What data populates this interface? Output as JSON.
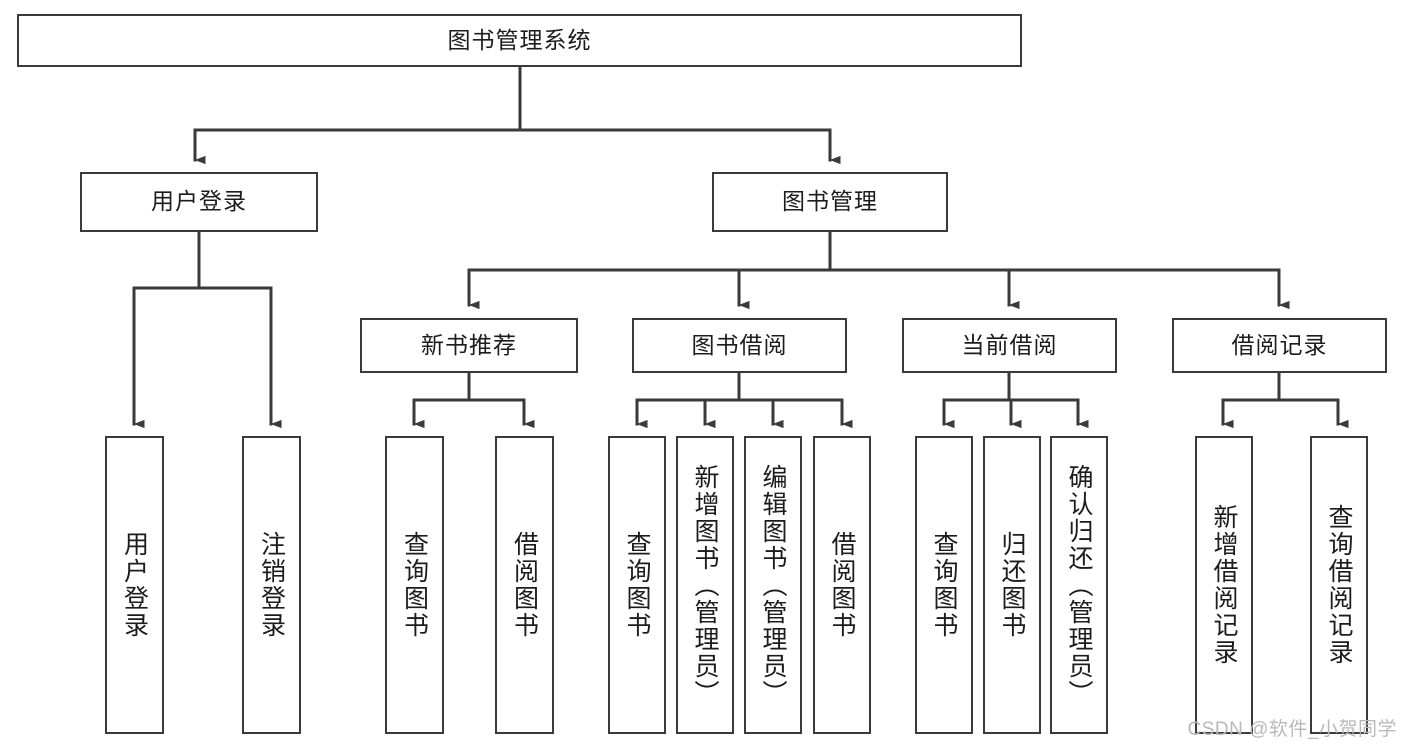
{
  "diagram": {
    "title": "图书管理系统",
    "type": "tree-hierarchy-chart",
    "root": {
      "label": "图书管理系统"
    },
    "level2": [
      {
        "label": "用户登录"
      },
      {
        "label": "图书管理"
      }
    ],
    "level3": [
      {
        "label": "新书推荐"
      },
      {
        "label": "图书借阅"
      },
      {
        "label": "当前借阅"
      },
      {
        "label": "借阅记录"
      }
    ],
    "leaves": {
      "user_login": [
        {
          "label": "用户登录"
        },
        {
          "label": "注销登录"
        }
      ],
      "new_book_recommend": [
        {
          "label": "查询图书"
        },
        {
          "label": "借阅图书"
        }
      ],
      "book_borrow": [
        {
          "label": "查询图书"
        },
        {
          "label": "新增图书（管理员）"
        },
        {
          "label": "编辑图书（管理员）"
        },
        {
          "label": "借阅图书"
        }
      ],
      "current_borrow": [
        {
          "label": "查询图书"
        },
        {
          "label": "归还图书"
        },
        {
          "label": "确认归还（管理员）"
        }
      ],
      "borrow_record": [
        {
          "label": "新增借阅记录"
        },
        {
          "label": "查询借阅记录"
        }
      ]
    }
  },
  "watermark": {
    "text": "CSDN @软件_小贺同学"
  },
  "colors": {
    "background": "#ffffff",
    "box_border": "#3a3a3a",
    "box_fill": "#ffffff",
    "line": "#3a3a3a",
    "text": "#1c1c1c",
    "watermark": "#b9b9b9"
  }
}
